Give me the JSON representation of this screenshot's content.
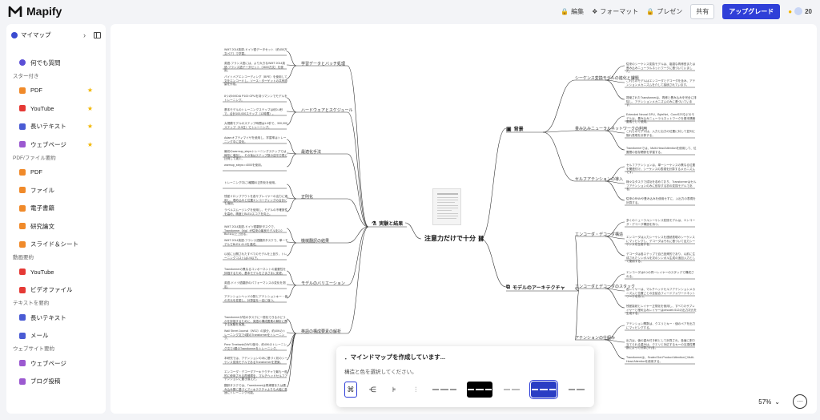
{
  "app": {
    "name": "Mapify"
  },
  "header": {
    "edit": "編集",
    "format": "フォーマット",
    "present": "プレゼン",
    "share": "共有",
    "upgrade": "アップグレード",
    "credits": "20"
  },
  "sidebar": {
    "mymap": "マイマップ",
    "ask": "何でも質問",
    "sections": {
      "starred": "スター付き",
      "pdf_summary": "PDF/ファイル要約",
      "video_summary": "動画要約",
      "text_summary": "テキストを要約",
      "web_summary": "ウェブサイト要約"
    },
    "starred": [
      {
        "label": "PDF",
        "color": "#f08a2a"
      },
      {
        "label": "YouTube",
        "color": "#e53935"
      },
      {
        "label": "長いテキスト",
        "color": "#4a5bd4"
      },
      {
        "label": "ウェブページ",
        "color": "#9b59d0"
      }
    ],
    "pdf_items": [
      {
        "label": "PDF",
        "color": "#f08a2a"
      },
      {
        "label": "ファイル",
        "color": "#f08a2a"
      },
      {
        "label": "電子書籍",
        "color": "#f08a2a"
      },
      {
        "label": "研究論文",
        "color": "#f08a2a"
      },
      {
        "label": "スライド＆シート",
        "color": "#f08a2a"
      }
    ],
    "video_items": [
      {
        "label": "YouTube",
        "color": "#e53935"
      },
      {
        "label": "ビデオファイル",
        "color": "#e53935"
      }
    ],
    "text_items": [
      {
        "label": "長いテキスト",
        "color": "#4a5bd4"
      },
      {
        "label": "メール",
        "color": "#4a5bd4"
      }
    ],
    "web_items": [
      {
        "label": "ウェブページ",
        "color": "#9b59d0"
      },
      {
        "label": "ブログ投稿",
        "color": "#9b59d0"
      }
    ]
  },
  "mindmap": {
    "center": "注意力だけで十分",
    "branches": {
      "background": "背景",
      "architecture": "モデルのアーキテクチャ",
      "experiments": "実験と結果"
    },
    "right_sub": [
      "シーケンス変換モデルの進化と課題",
      "畳み込みニューラルネットワークの利用",
      "セルフアテンションの導入",
      "エンコーダ・デコーダ構造",
      "エンコーダとデコーダのスタック",
      "アテンションの仕組み"
    ],
    "left_sub": [
      "学習データとバッチ処理",
      "ハードウェアとスケジュール",
      "最適化手法",
      "正則化",
      "機械翻訳の結果",
      "モデルのバリエーション",
      "英語の構成要素の解析"
    ],
    "right_leaves": [
      "従来のシーケンス変換モデルは、複雑な再帰型または畳み込みニューラルネットワークに基づいていました。",
      "これらのモデルはエンコーダとデコーダを含み、アテンションメカニズムを介して接続されています。",
      "提案されたTransformerは、再帰と畳み込みを完全に排除し、アテンションメカニズムのみに基づいています。",
      "Extended Neural GPU、ByteNet、ConvS2Sなどのモデルは、畳み込みニューラルネットワークを基本構築要素として使用。",
      "これらのモデルは、入力と出力の位置に対して並列に隠れ表現を計算する。",
      "Transformerでは、Multi-Head Attentionを使用して、位置間の依存関係を学習する。",
      "セルフアテンションは、単一シーケンスの異なる位置を関連付け、シーケンスの表現を計算するメカニズムです。",
      "様々なタスクで成功を収めており、Transformerはセルフアテンションのみに依存する初の変換モデルである。",
      "従来のRNNや畳み込みを使用せずに、入出力の表現を計算する。",
      "多くのニューラルシーケンス変換モデルは、エンコーダ・デコーダ構造を持つ。",
      "エンコーダは入力シーケンスを連続表現のシーケンスにマッピングし、デコーダはそれに基づいて出力シーケンスを生成する。",
      "デコーダは各ステップで自己回帰的であり、以前に生成されたシンボルを次のシンボル生成の追加入力として使用する。",
      "エンコーダは6つの同一レイヤーのスタックで構成される。",
      "各レイヤーは、マルチヘッドセルフアテンションメカニズムと位置ごとの全結合フィードフォワードネットワークを持つ。",
      "残差接続とレイヤー正規化を使用し、すべてのサブレイヤーと埋め込みレイヤーはdmodel=512の出力次元を生成する。",
      "アテンション関数は、クエリとキー・値のペアを出力にマッピングする。",
      "出力は、値の重み付き和として計算され、各値に割り当てられる重みは、クエリと対応するキーの互換性関数によって計算される。",
      "Transformerは、Scaled Dot-Product AttentionとMulti-Head Attentionを使用する。"
    ],
    "left_leaves": [
      "WMT 2014英語-ドイツ語データセット（約450万文ペア）で学習。",
      "英語-フランス語には、より大きなWMT 2014英語-フランス語データセット（3600万文）を使用。",
      "バイトペアエンコーディング（BPE）を使用して文をエンコードし、ソース・ターゲットの共有語彙を作成。",
      "8つのNVIDIA P100 GPUを持つマシンでモデルをトレーニング。",
      "基本モデルのトレーニングステップは約0.4秒で、合計100,000ステップ（12時間）。",
      "大規模モデルのステップ時間は1.0秒で、300,000ステップ（3.5日）でトレーニング。",
      "Adamオプティマイザを使用し、学習率はトレーニング中に変化。",
      "最初のwarmup_stepsトレーニングステップでは線形に増加し、その後はステップ数の逆平方根に比例して減少。",
      "warmup_steps＝4000を使用。",
      "トレーニング中に3種類の正則化を使用。",
      "残差ドロップアウトを各サブレイヤーの出力に適用し、埋め込みと位置エンコーディングの合計にも適用。",
      "ラベルスムージングを使用し、モデルの不確実性を高め、精度とBLEUスコアを向上。",
      "WMT 2014英語-ドイツ語翻訳タスクで、Transformer（big）が従来の最良モデルを2.0 BLEU以上上回る。",
      "WMT 2014英語-フランス語翻訳タスクで、単一モデルでBLEU 41.0を達成。",
      "以前に公開されたすべてのモデルを上回り、トレーニングコストは1/4以下。",
      "Transformerの異なるコンポーネントの重要性を評価するため、基本モデルをさまざまに変更。",
      "英語-ドイツ語翻訳のパフォーマンスの変化を測定。",
      "アテンションヘッドの数とアテンションキー・値の次元を変更し、計算量を一定に保つ。",
      "Transformerが他のタスクに一般化できるかどうかを評価するために、英語の構成要素の解析に関する実験を実施。",
      "Wall Street Journal（WSJ）の部分、約40Kのトレーニング文で4層のTransformerをトレーニング。",
      "Penn TreebankのWSJ部分、約40Kのトレーニング文で4層のTransformerをトレーニング。",
      "本研究では、アテンションのみに基づく初のシーケンス変換モデルであるTransformerを提案。",
      "エンコーダ・デコーダアーキテクチャで最も一般的に使用される再帰層を、マルチヘッドセルフアテンションに置き換えた。",
      "翻訳タスクでは、Transformerは再帰層または畳み込み層に基づくアーキテクチャよりも大幅に高速にトレーニング可能。"
    ]
  },
  "panel": {
    "title": "．マインドマップを作成しています...",
    "subtitle": "構造と色を選択してください。"
  },
  "zoom": "57%"
}
